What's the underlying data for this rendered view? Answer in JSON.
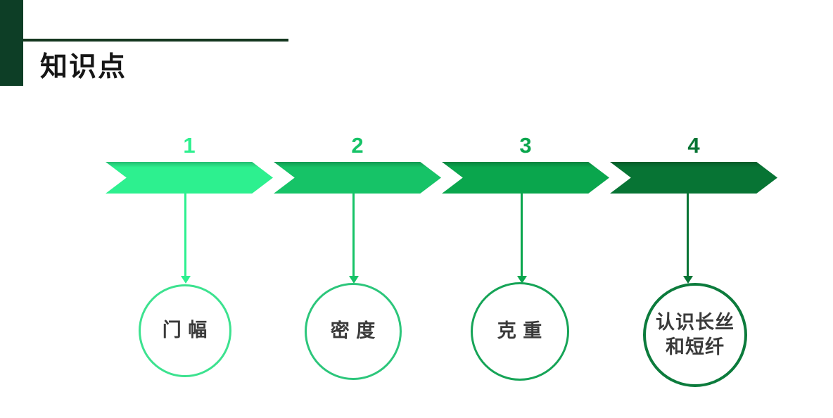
{
  "title": "知识点",
  "accent": {
    "corner_color": "#0d3e26",
    "line_color": "#14371f"
  },
  "steps": [
    {
      "number": "1",
      "label": "门 幅",
      "arrow_color": "#2df08f",
      "circle_color": "#3ce28f"
    },
    {
      "number": "2",
      "label": "密 度",
      "arrow_color": "#16c367",
      "circle_color": "#2cc67b"
    },
    {
      "number": "3",
      "label": "克 重",
      "arrow_color": "#0aa64d",
      "circle_color": "#16a457"
    },
    {
      "number": "4",
      "label": "认识长丝\n和短纤",
      "arrow_color": "#077434",
      "circle_color": "#0c7b3c"
    }
  ]
}
